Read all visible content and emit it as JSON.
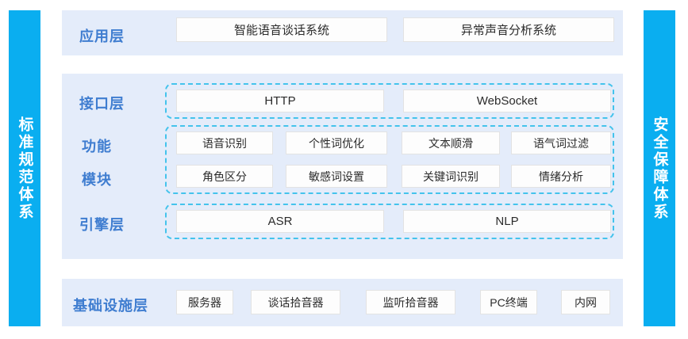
{
  "colors": {
    "accent_bar": "#0aaef0",
    "panel_bg": "#e4ecfa",
    "label_text": "#3f7dd0",
    "dashed_border": "#44c3ec",
    "box_bg": "#fdfdfd",
    "box_text": "#2b2b2b",
    "page_bg": "#ffffff"
  },
  "side_bars": {
    "left": {
      "label": "标准规范体系"
    },
    "right": {
      "label": "安全保障体系"
    }
  },
  "layers": {
    "application": {
      "label": "应用层",
      "items": [
        {
          "label": "智能语音谈话系统"
        },
        {
          "label": "异常声音分析系统"
        }
      ]
    },
    "interface": {
      "label": "接口层",
      "items": [
        {
          "label": "HTTP"
        },
        {
          "label": "WebSocket"
        }
      ]
    },
    "function_module": {
      "label_line1": "功能",
      "label_line2": "模块",
      "rows": [
        {
          "items": [
            {
              "label": "语音识别"
            },
            {
              "label": "个性词优化"
            },
            {
              "label": "文本顺滑"
            },
            {
              "label": "语气词过滤"
            }
          ]
        },
        {
          "items": [
            {
              "label": "角色区分"
            },
            {
              "label": "敏感词设置"
            },
            {
              "label": "关键词识别"
            },
            {
              "label": "情绪分析"
            }
          ]
        }
      ]
    },
    "engine": {
      "label": "引擎层",
      "items": [
        {
          "label": "ASR"
        },
        {
          "label": "NLP"
        }
      ]
    },
    "infrastructure": {
      "label": "基础设施层",
      "items": [
        {
          "label": "服务器"
        },
        {
          "label": "谈话拾音器"
        },
        {
          "label": "监听拾音器"
        },
        {
          "label": "PC终端"
        },
        {
          "label": "内网"
        }
      ]
    }
  }
}
